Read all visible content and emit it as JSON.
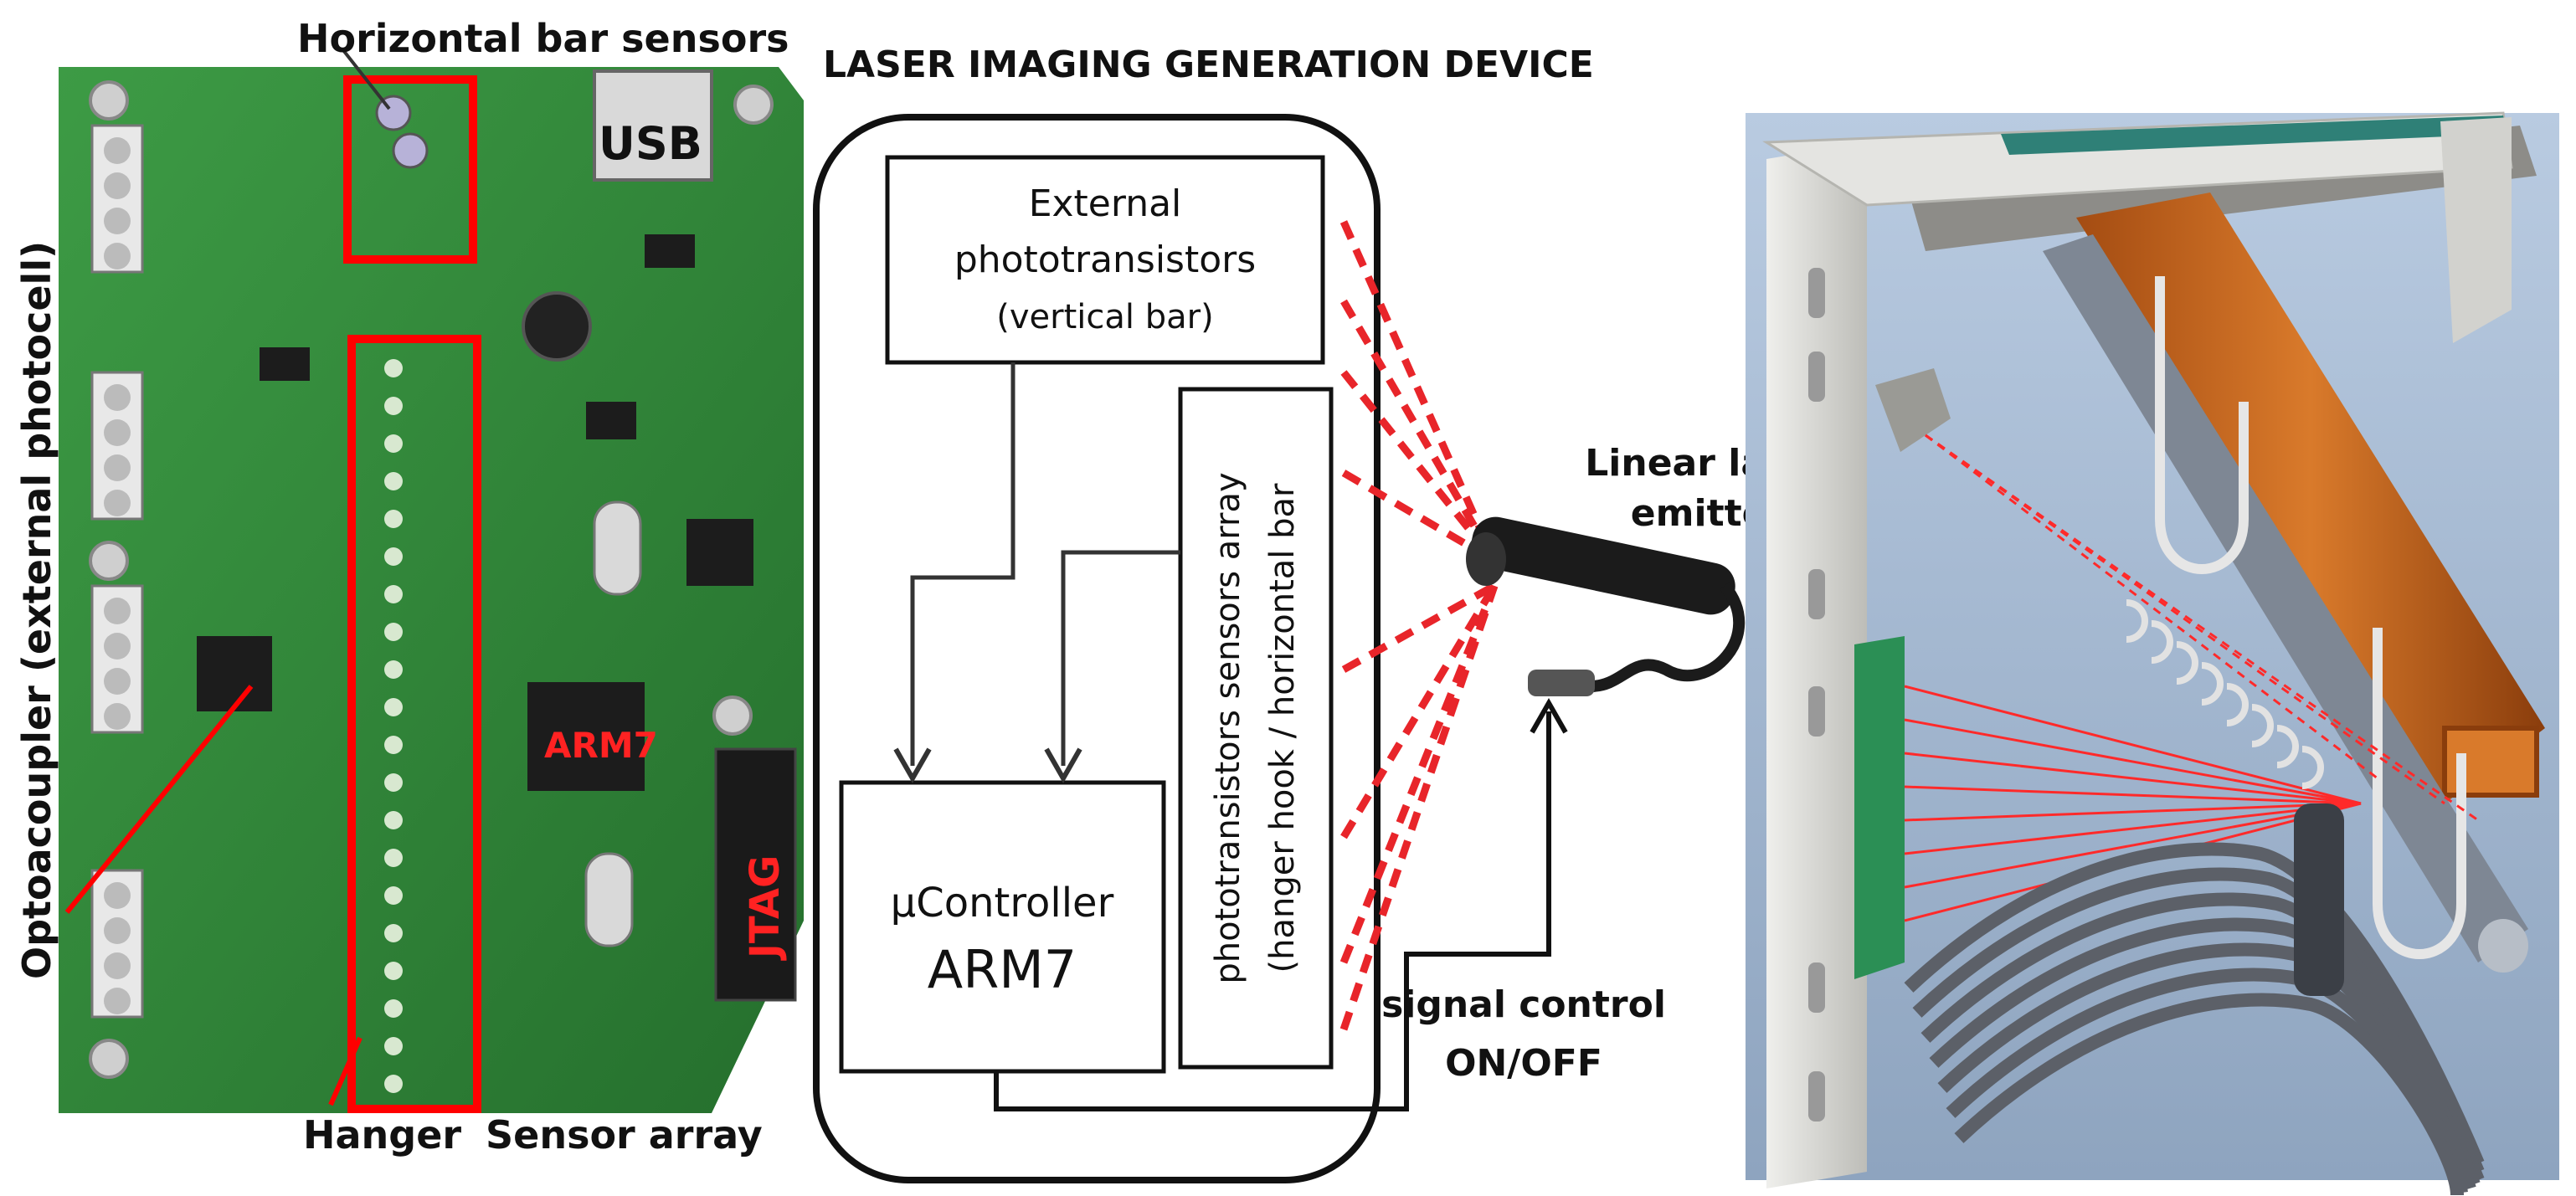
{
  "title": "LASER IMAGING GENERATION DEVICE",
  "pcb": {
    "label_horizontal_sensors": "Horizontal bar sensors",
    "label_usb": "USB",
    "label_optocoupler": "Optoacoupler (external photocell)",
    "label_arm7": "ARM7",
    "label_jtag": "JTAG",
    "label_hanger": "Hanger",
    "label_sensor_array": "Sensor array"
  },
  "diagram": {
    "external_box": [
      "External",
      "phototransistors",
      "(vertical bar)"
    ],
    "array_box": [
      "phototransistors sensors array",
      "(hanger hook / horizontal bar"
    ],
    "controller_box": [
      "µController",
      "ARM7"
    ],
    "laser_label": [
      "Linear laser",
      "emitter"
    ],
    "signal_label": [
      "signal control",
      "ON/OFF"
    ]
  },
  "colors": {
    "pcb_green": "#2f8f3a",
    "highlight_red": "#ff0000",
    "beam_red": "#e8252a",
    "rail_orange": "#d2691e",
    "frame_grey": "#d6d6d2",
    "render_bg": "#a9bdd6"
  }
}
